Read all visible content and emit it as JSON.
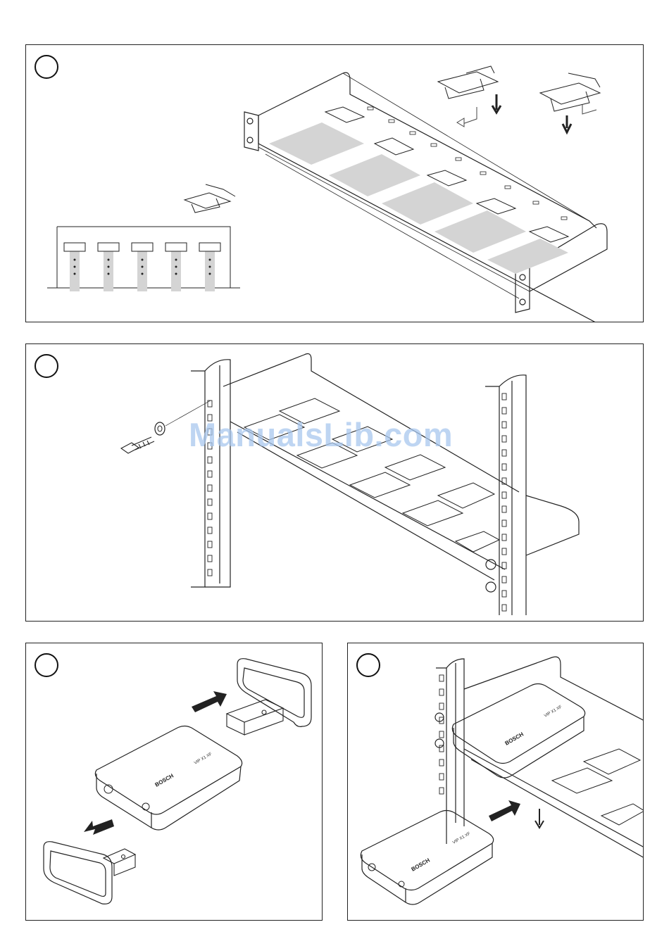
{
  "watermark": "ManualsLib.com",
  "panels": [
    {
      "step_marker": "",
      "content": "rack-tray-clip-installation"
    },
    {
      "step_marker": "",
      "content": "tray-mounting-into-rack"
    },
    {
      "step_marker": "",
      "content": "endcap-removal"
    },
    {
      "step_marker": "",
      "content": "device-insertion-into-tray"
    }
  ],
  "device": {
    "brand": "BOSCH",
    "model": "VIP X1 XF"
  },
  "colors": {
    "line": "#222222",
    "clip_fill": "#d4d4d4",
    "watermark": "#a9c8ee"
  }
}
